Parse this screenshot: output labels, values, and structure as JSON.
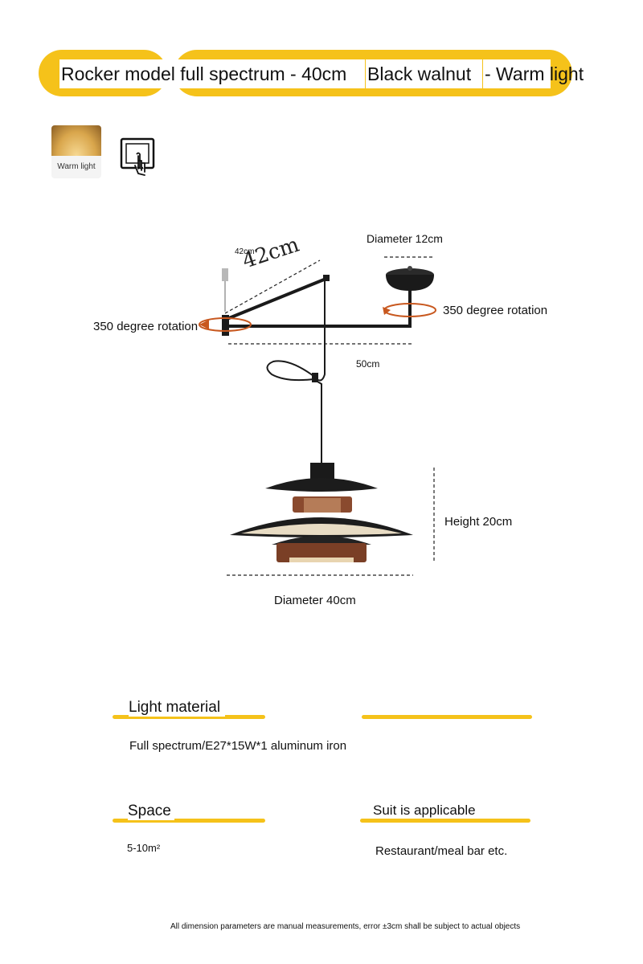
{
  "title": {
    "model": "Rocker model full spectrum - 40cm",
    "finish": "Black walnut",
    "light": "- Warm light"
  },
  "swatch": {
    "label": "Warm light",
    "icon": "switch-touch-icon"
  },
  "dimensions": {
    "arm_small": "42cm",
    "arm_handwritten": "42cm",
    "canopy_diameter": "Diameter 12cm",
    "rotation_right": "350 degree rotation",
    "rotation_left": "350 degree rotation",
    "arm_length": "50cm",
    "shade_height": "Height 20cm",
    "shade_diameter": "Diameter 40cm"
  },
  "specs": {
    "material_title": "Light material",
    "material_value": "Full spectrum/E27*15W*1 aluminum   iron",
    "space_title": "Space",
    "space_value": "5-10m²",
    "suit_title": "Suit is applicable",
    "suit_value": "Restaurant/meal bar etc."
  },
  "footnote": "All dimension parameters are manual measurements, error ±3cm shall be subject to actual objects",
  "colors": {
    "accent": "#f5c21a",
    "walnut": "#8a4a2e",
    "rotation": "#c8581f",
    "shade": "#1c1c1c"
  }
}
